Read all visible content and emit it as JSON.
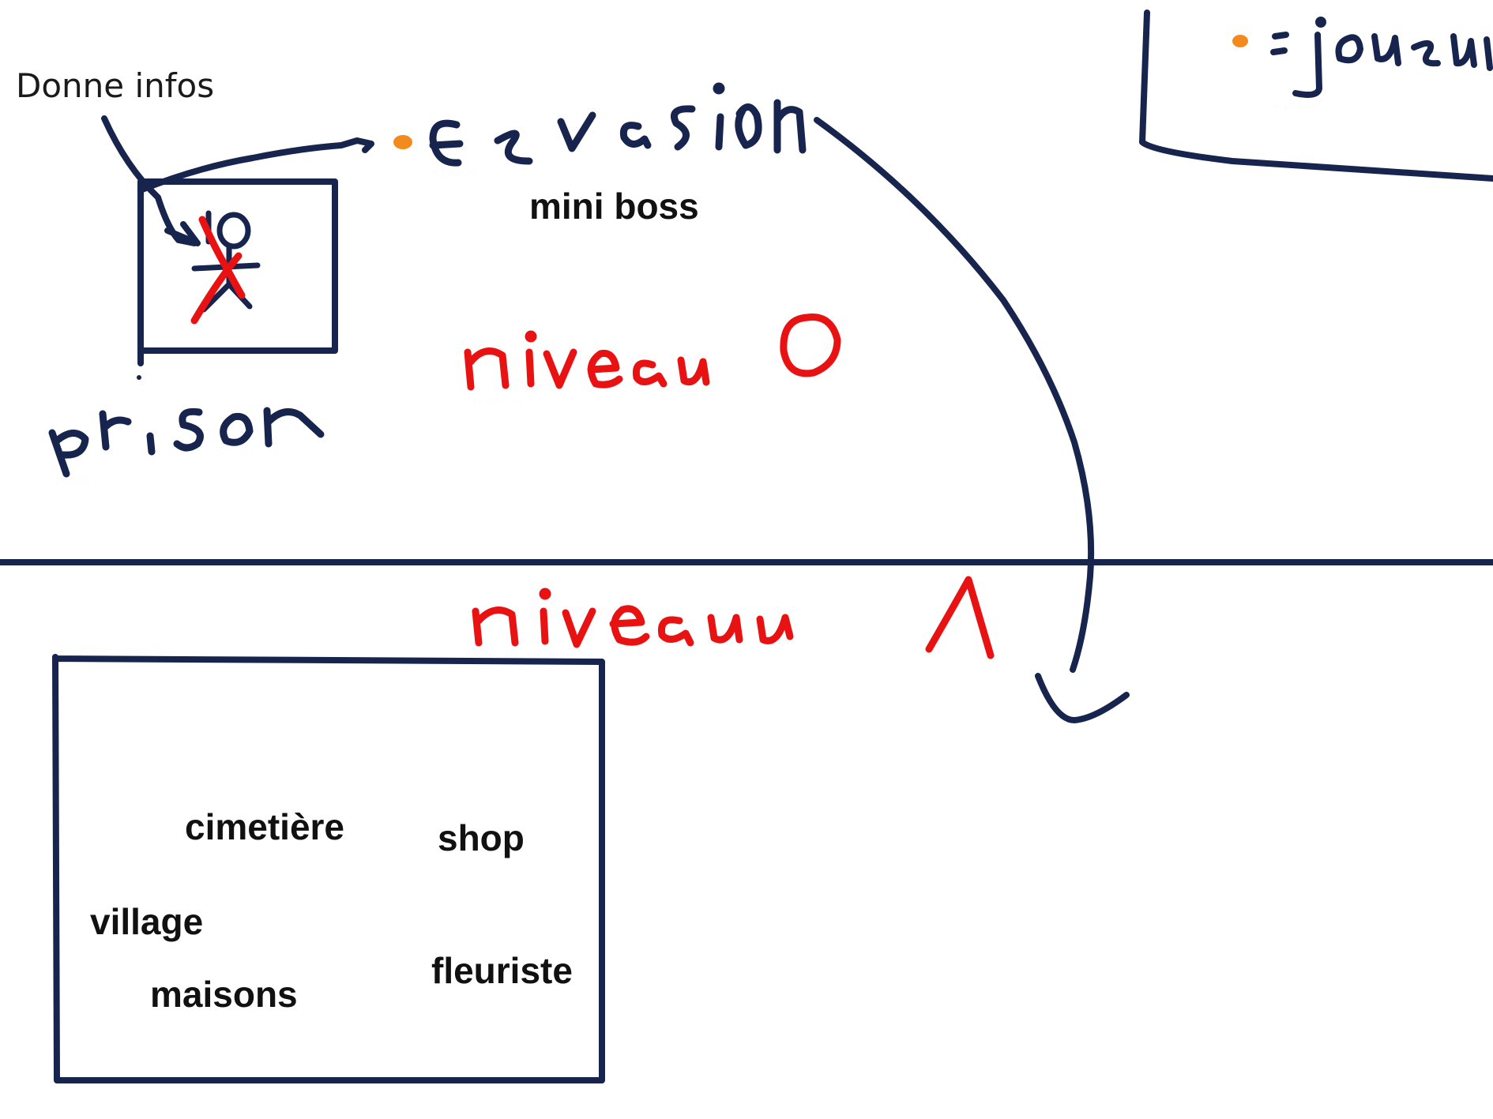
{
  "colors": {
    "ink_navy": "#17244d",
    "ink_red": "#e81212",
    "ink_orange": "#f28a1e",
    "background": "#ffffff"
  },
  "labels": {
    "donne_infos": "Donne infos",
    "evasion": "evasion",
    "mini_boss": "mini boss",
    "prison": "prison",
    "niveau_0": "niveau 0",
    "niveau_1": "niveau 1",
    "legend_joueur": "= joueur",
    "cimetiere": "cimetière",
    "shop": "shop",
    "village": "village",
    "maisons": "maisons",
    "fleuriste": "fleuriste"
  },
  "icons": {
    "player_dot": "orange-dot-icon",
    "prisoner": "stick-figure-icon",
    "crossed_out": "red-x-icon"
  }
}
